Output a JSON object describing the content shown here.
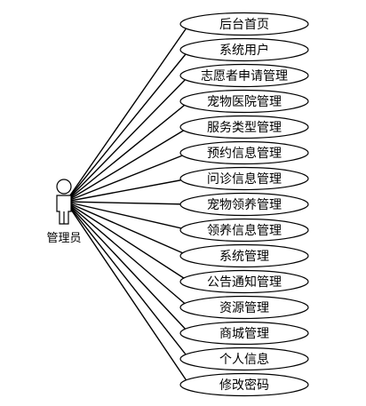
{
  "actor": {
    "label": "管理员"
  },
  "use_cases": [
    "后台首页",
    "系统用户",
    "志愿者申请管理",
    "宠物医院管理",
    "服务类型管理",
    "预约信息管理",
    "问诊信息管理",
    "宠物领养管理",
    "领养信息管理",
    "系统管理",
    "公告通知管理",
    "资源管理",
    "商城管理",
    "个人信息",
    "修改密码"
  ]
}
